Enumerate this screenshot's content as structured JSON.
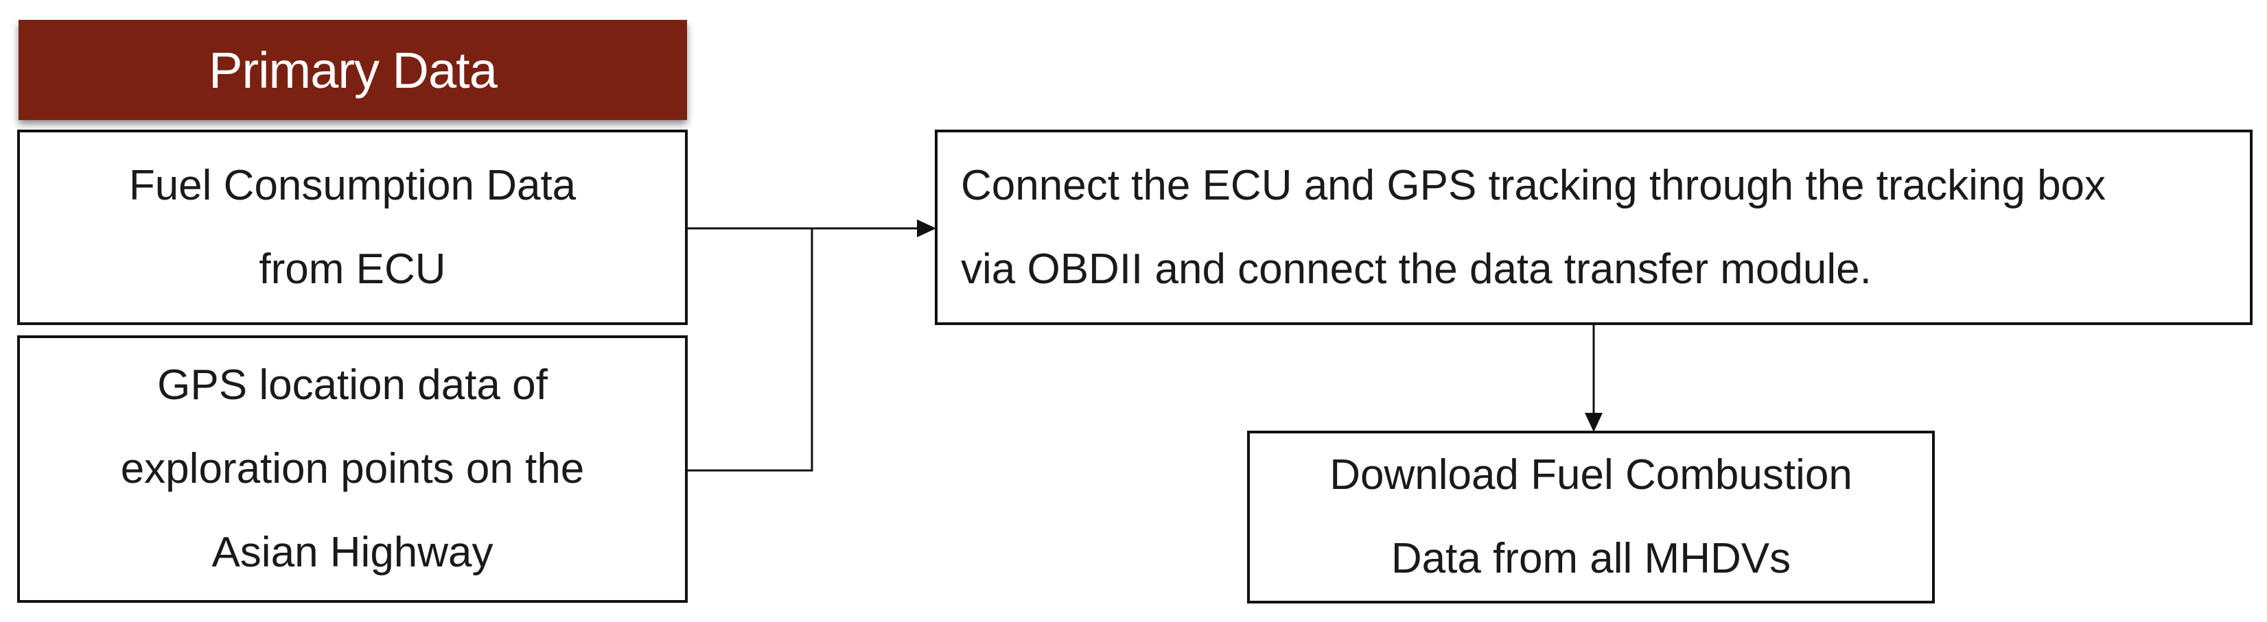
{
  "header": {
    "title": "Primary Data",
    "color": "#7a2112"
  },
  "nodes": {
    "fuel_consumption": {
      "line1": "Fuel Consumption Data",
      "line2": "from ECU"
    },
    "gps_location": {
      "line1": "GPS location data of",
      "line2": "exploration points on the",
      "line3": "Asian Highway"
    },
    "connect_ecu_gps": {
      "line1": "Connect the ECU and GPS tracking through the tracking box",
      "line2": "via OBDII and connect the data transfer module."
    },
    "download_data": {
      "line1": "Download Fuel Combustion",
      "line2": "Data from all MHDVs"
    }
  }
}
